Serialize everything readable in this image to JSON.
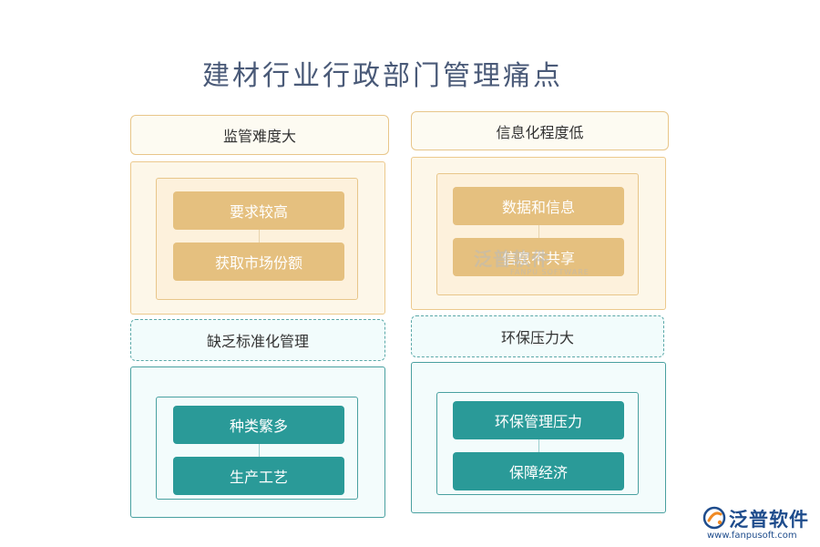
{
  "title": "建材行业行政部门管理痛点",
  "sections": [
    {
      "header": "监管难度大",
      "items": [
        "要求较高",
        "获取市场份额"
      ]
    },
    {
      "header": "信息化程度低",
      "items": [
        "数据和信息",
        "信息不共享"
      ]
    },
    {
      "header": "缺乏标准化管理",
      "items": [
        "种类繁多",
        "生产工艺"
      ]
    },
    {
      "header": "环保压力大",
      "items": [
        "环保管理压力",
        "保障经济"
      ]
    }
  ],
  "watermark": {
    "text": "泛普软件",
    "sub": "FANPU SOFTWARE"
  },
  "logo": {
    "name": "泛普软件",
    "url": "www.fanpusoft.com"
  },
  "colors": {
    "warm_item": "#e5c07f",
    "cool_item": "#2a9a98",
    "title": "#4a5a78",
    "logo": "#1e4c8c"
  }
}
